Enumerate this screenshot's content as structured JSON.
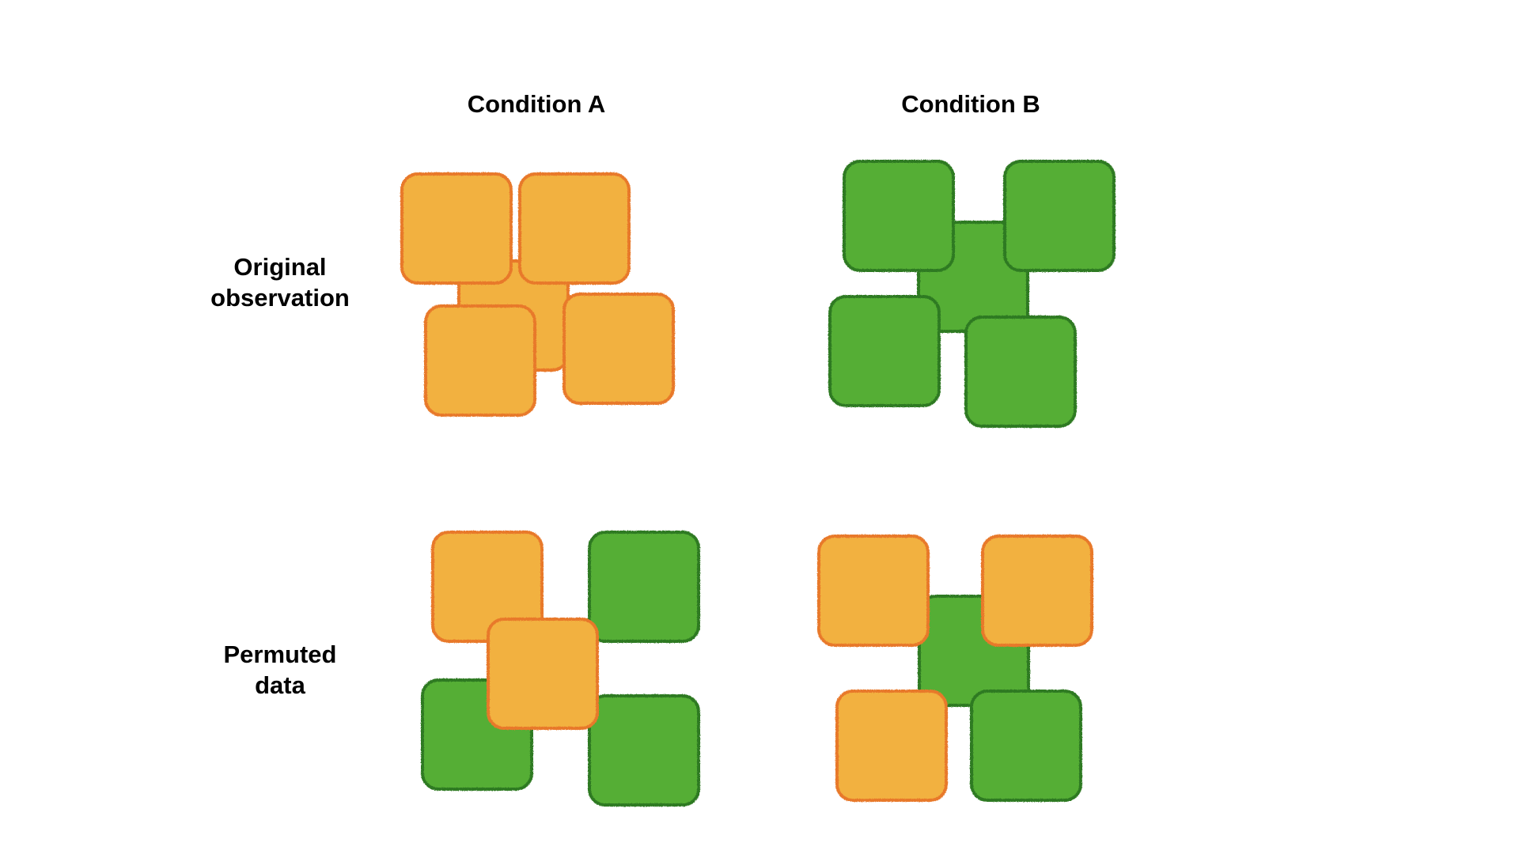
{
  "columns": {
    "a": "Condition A",
    "b": "Condition B"
  },
  "rows": {
    "original": {
      "line1": "Original",
      "line2": "observation"
    },
    "permuted": {
      "line1": "Permuted",
      "line2": "data"
    }
  },
  "colors": {
    "orange_fill": "#F2B13F",
    "orange_stroke": "#E8792A",
    "green_fill": "#55AE34",
    "green_stroke": "#2F7A20"
  },
  "groups": {
    "original_a": [
      "orange",
      "orange",
      "orange",
      "orange",
      "orange"
    ],
    "original_b": [
      "green",
      "green",
      "green",
      "green",
      "green"
    ],
    "permuted_a": [
      "green",
      "green",
      "orange",
      "green",
      "orange"
    ],
    "permuted_b": [
      "green",
      "green",
      "orange",
      "orange",
      "orange"
    ]
  }
}
